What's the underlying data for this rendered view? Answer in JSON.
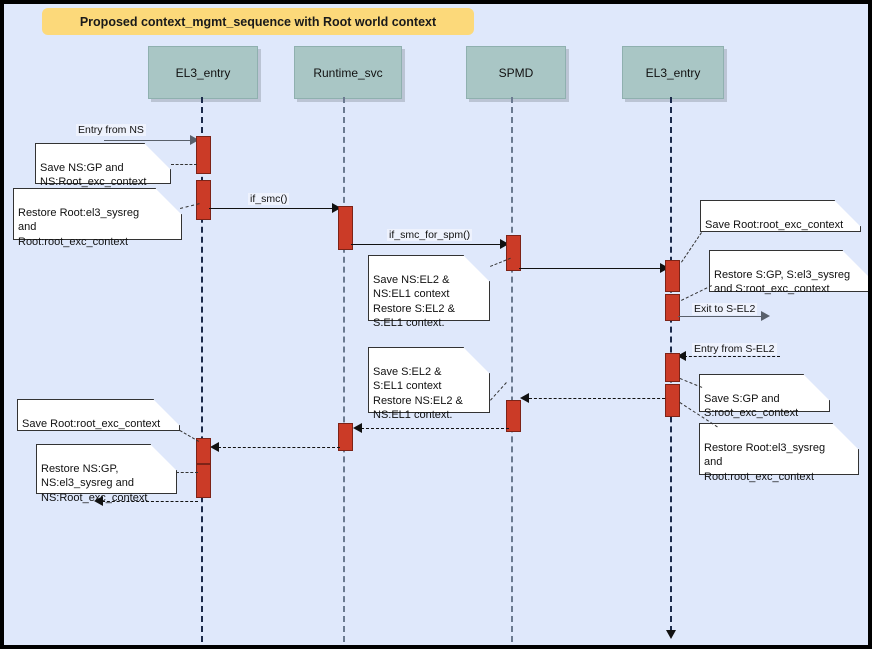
{
  "diagram": {
    "kind": "uml-sequence-diagram",
    "title": "Proposed context_mgmt_sequence with Root world context",
    "background_color": "#dfe8fb",
    "title_banner_color": "#fcd97a",
    "actor_box_color": "#a9c6c5",
    "activation_color": "#cb3b27"
  },
  "actors": [
    {
      "id": "el3_entry_ns",
      "label": "EL3_entry"
    },
    {
      "id": "runtime_svc",
      "label": "Runtime_svc"
    },
    {
      "id": "spmd",
      "label": "SPMD"
    },
    {
      "id": "el3_entry_s",
      "label": "EL3_entry"
    }
  ],
  "messages": [
    {
      "id": "m1",
      "label": "Entry from NS",
      "from": "external-left",
      "to": "el3_entry_ns",
      "style": "solid"
    },
    {
      "id": "m2",
      "label": "if_smc()",
      "from": "el3_entry_ns",
      "to": "runtime_svc",
      "style": "solid"
    },
    {
      "id": "m3",
      "label": "if_smc_for_spm()",
      "from": "runtime_svc",
      "to": "spmd",
      "style": "solid"
    },
    {
      "id": "m4",
      "label": "",
      "from": "spmd",
      "to": "el3_entry_s",
      "style": "solid"
    },
    {
      "id": "m5",
      "label": "Exit to S-EL2",
      "from": "el3_entry_s",
      "to": "external-right",
      "style": "solid"
    },
    {
      "id": "m6",
      "label": "Entry from S-EL2",
      "from": "external-right",
      "to": "el3_entry_s",
      "style": "dashed"
    },
    {
      "id": "m7",
      "label": "",
      "from": "el3_entry_s",
      "to": "spmd",
      "style": "dashed"
    },
    {
      "id": "m8",
      "label": "",
      "from": "spmd",
      "to": "runtime_svc",
      "style": "dashed"
    },
    {
      "id": "m9",
      "label": "",
      "from": "runtime_svc",
      "to": "el3_entry_ns",
      "style": "dashed"
    },
    {
      "id": "m10",
      "label": "",
      "from": "el3_entry_ns",
      "to": "external-left",
      "style": "dashed"
    }
  ],
  "notes": [
    {
      "id": "n1",
      "text": "Save NS:GP and\nNS:Root_exc_context",
      "attached_to": "el3_entry_ns"
    },
    {
      "id": "n2",
      "text": "Restore Root:el3_sysreg\nand\nRoot:root_exc_context",
      "attached_to": "el3_entry_ns"
    },
    {
      "id": "n3",
      "text": "Save NS:EL2 &\nNS:EL1 context\nRestore S:EL2 &\nS:EL1 context.",
      "attached_to": "spmd"
    },
    {
      "id": "n4",
      "text": "Save Root:root_exc_context",
      "attached_to": "el3_entry_s"
    },
    {
      "id": "n5",
      "text": "Restore S:GP, S:el3_sysreg\nand S:root_exc_context",
      "attached_to": "el3_entry_s"
    },
    {
      "id": "n6",
      "text": "Save S:GP and\nS:root_exc_context",
      "attached_to": "el3_entry_s"
    },
    {
      "id": "n7",
      "text": "Restore Root:el3_sysreg\nand\nRoot:root_exc_context",
      "attached_to": "el3_entry_s"
    },
    {
      "id": "n8",
      "text": "Save S:EL2 &\nS:EL1 context\nRestore NS:EL2 &\nNS:EL1 context.",
      "attached_to": "spmd"
    },
    {
      "id": "n9",
      "text": "Save Root:root_exc_context",
      "attached_to": "el3_entry_ns"
    },
    {
      "id": "n10",
      "text": "Restore NS:GP,\nNS:el3_sysreg and\nNS:Root_exc_context",
      "attached_to": "el3_entry_ns"
    }
  ]
}
